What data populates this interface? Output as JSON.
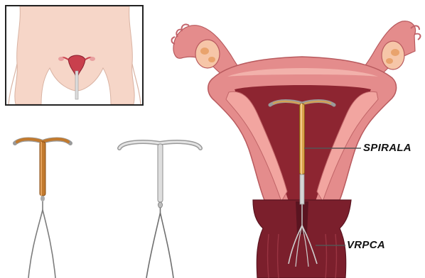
{
  "figure": {
    "labels": {
      "spirala": "SPIRALA",
      "vrpca": "VRPCA"
    }
  },
  "colors": {
    "skin": "#f6d6c8",
    "uterus_outer": "#e48c8c",
    "uterus_inner": "#f2a5a0",
    "cavity": "#8d2531",
    "cervix": "#7b1f2c",
    "copper": "#c27a2e",
    "iud_silver": "#b9b9b9",
    "leader_line": "#555555"
  },
  "icons": [
    "body-inset",
    "copper-iud",
    "plain-iud",
    "uterus-cross-section"
  ]
}
